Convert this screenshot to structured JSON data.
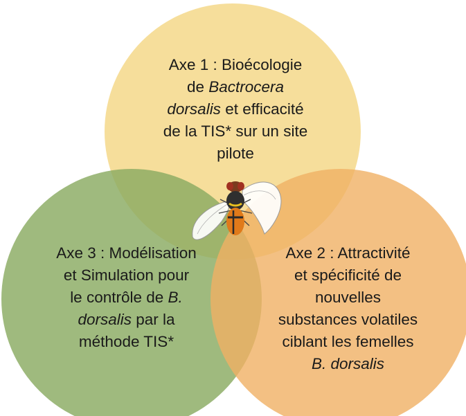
{
  "colors": {
    "axe1_fill": "#f5d88a",
    "axe2_fill": "#f0b064",
    "axe3_fill": "#8aab62",
    "text": "#1a1a1a"
  },
  "icons": {
    "center": "fruit-fly-icon"
  },
  "axe1": {
    "l1": "Axe 1  : Bioécologie",
    "l2_a": "de ",
    "l2_b": "Bactrocera",
    "l3_a": "dorsalis",
    "l3_b": " et efficacité",
    "l4": "de la TIS* sur un site",
    "l5": "pilote"
  },
  "axe2": {
    "l1": "Axe 2 : Attractivité",
    "l2": "et spécificité de",
    "l3": "nouvelles",
    "l4": "substances volatiles",
    "l5": "ciblant les femelles",
    "l6": "B. dorsalis"
  },
  "axe3": {
    "l1": "Axe 3 : Modélisation",
    "l2": "et Simulation pour",
    "l3_a": "le contrôle de ",
    "l3_b": "B.",
    "l4_a": "dorsalis",
    "l4_b": " par la",
    "l5": "méthode TIS*"
  }
}
